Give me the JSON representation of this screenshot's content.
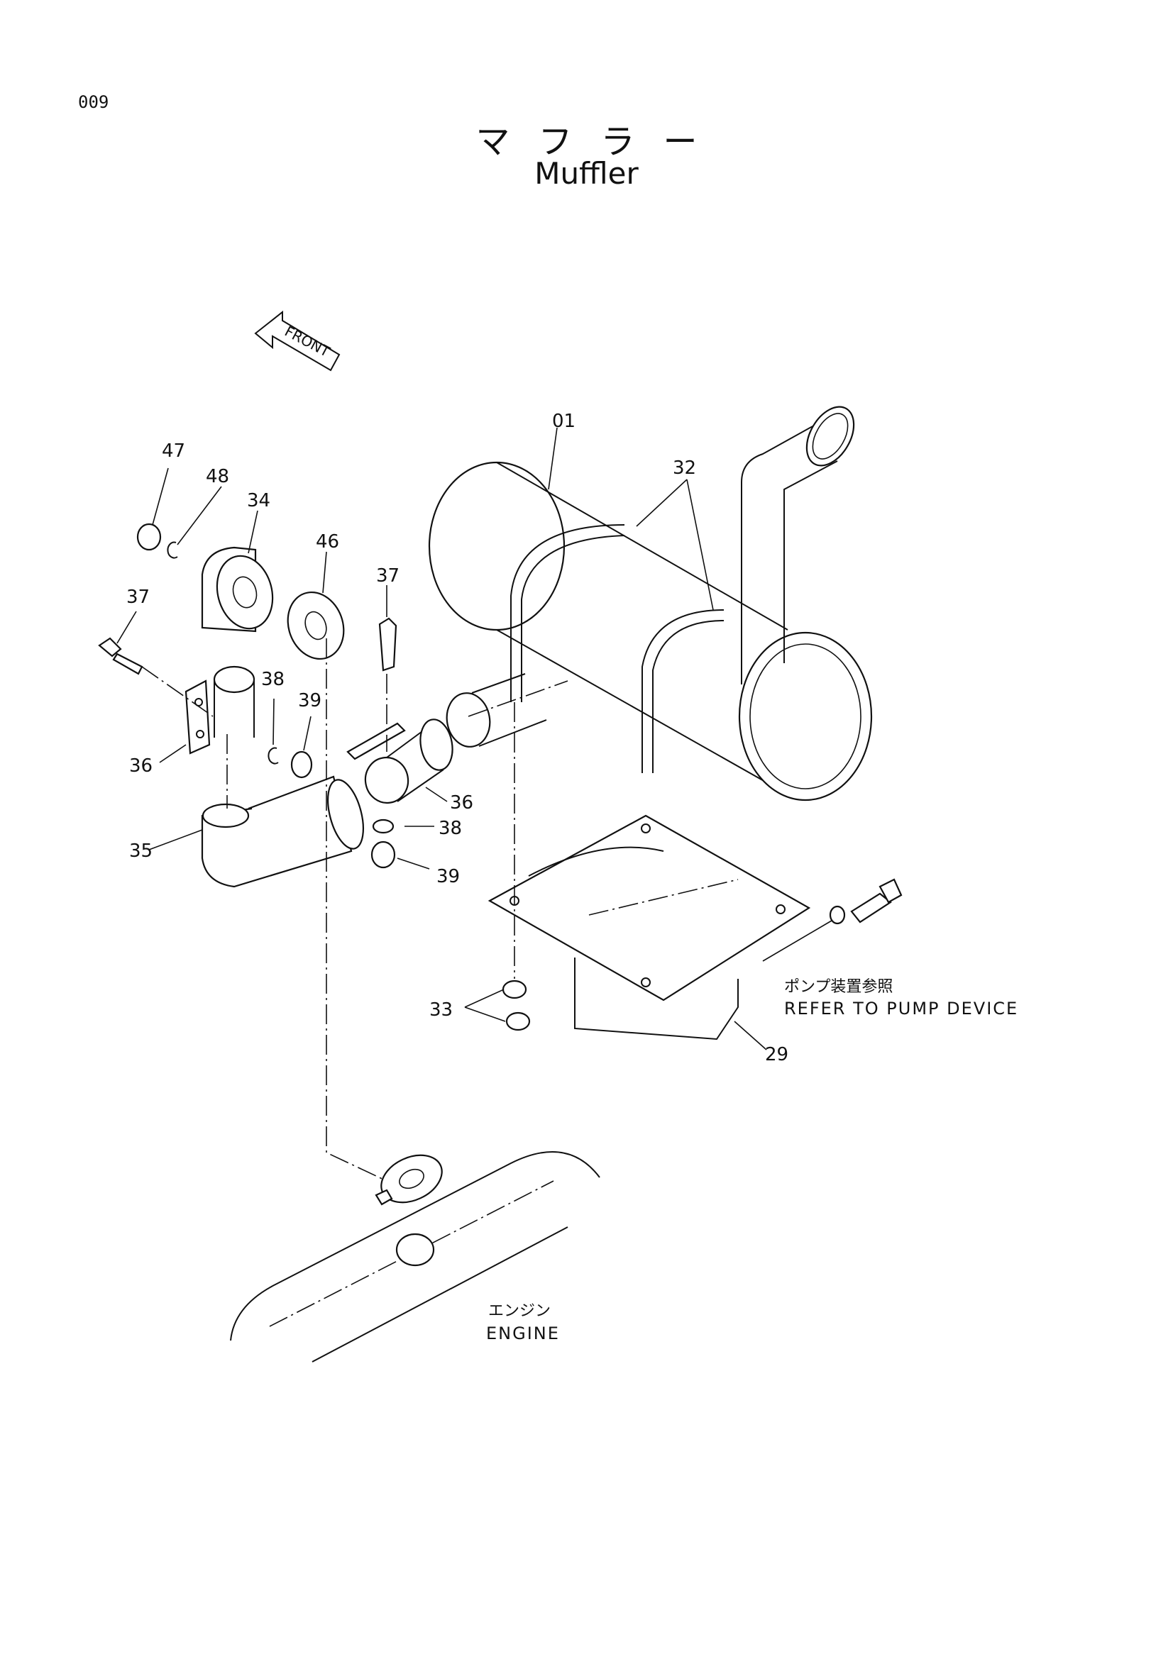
{
  "page": {
    "number": "009",
    "title_jp": "マフラー",
    "title_en": "Muffler"
  },
  "orientation": {
    "front_label": "FRONT"
  },
  "callouts": [
    {
      "id": "01"
    },
    {
      "id": "32"
    },
    {
      "id": "47"
    },
    {
      "id": "48"
    },
    {
      "id": "34"
    },
    {
      "id": "46"
    },
    {
      "id": "37a",
      "label": "37"
    },
    {
      "id": "37b",
      "label": "37"
    },
    {
      "id": "38a",
      "label": "38"
    },
    {
      "id": "39a",
      "label": "39"
    },
    {
      "id": "36a",
      "label": "36"
    },
    {
      "id": "36b",
      "label": "36"
    },
    {
      "id": "35"
    },
    {
      "id": "38b",
      "label": "38"
    },
    {
      "id": "39b",
      "label": "39"
    },
    {
      "id": "33"
    },
    {
      "id": "29"
    }
  ],
  "labels": {
    "c01": "01",
    "c32": "32",
    "c47": "47",
    "c48": "48",
    "c34": "34",
    "c46": "46",
    "c37a": "37",
    "c37b": "37",
    "c38a": "38",
    "c39a": "39",
    "c36a": "36",
    "c36b": "36",
    "c35": "35",
    "c38b": "38",
    "c39b": "39",
    "c33": "33",
    "c29": "29"
  },
  "notes": {
    "pump_jp": "ポンプ装置参照",
    "pump_en": "REFER TO PUMP DEVICE",
    "engine_jp": "エンジン",
    "engine_en": "ENGINE"
  }
}
